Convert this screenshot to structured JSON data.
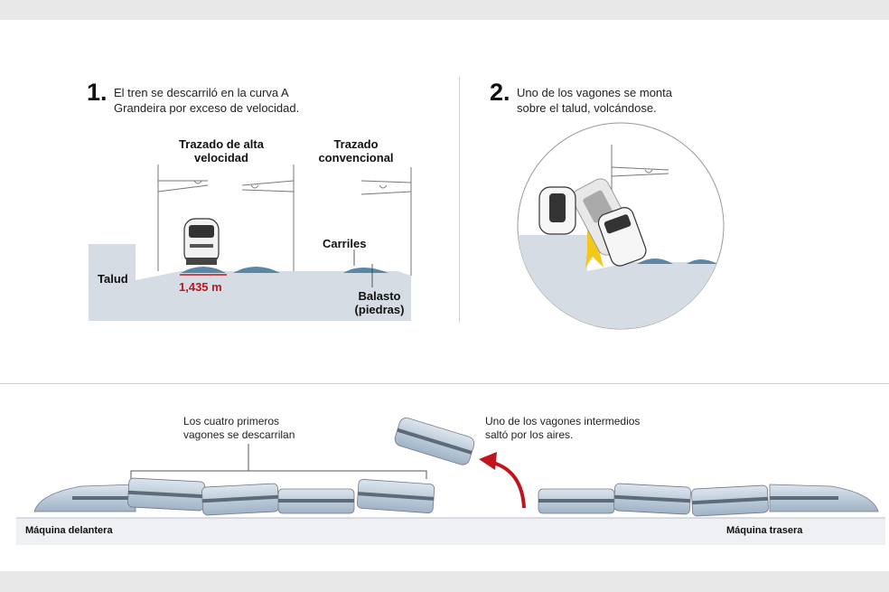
{
  "step1": {
    "number": "1.",
    "text": "El tren se descarriló en la curva A Grandeira por exceso de velocidad.",
    "label_high_speed": "Trazado de alta velocidad",
    "label_conventional": "Trazado convencional",
    "label_slope": "Talud",
    "label_rails": "Carriles",
    "label_ballast": "Balasto (piedras)",
    "label_gauge": "1,435 m"
  },
  "step2": {
    "number": "2.",
    "text": "Uno de los vagones se monta sobre el talud, volcándose."
  },
  "bottom": {
    "label_first_cars": "Los cuatro primeros vagones se descarrilan",
    "label_mid_car": "Uno de los vagones intermedios saltó por los aires.",
    "label_front": "Máquina delantera",
    "label_rear": "Máquina trasera"
  },
  "colors": {
    "ground": "#d6dce3",
    "wagon": "#b9c9d8",
    "stripe": "#5d6b78",
    "ballast": "#5b87a6",
    "accent_red": "#c0151f",
    "spark": "#f2c81a"
  }
}
